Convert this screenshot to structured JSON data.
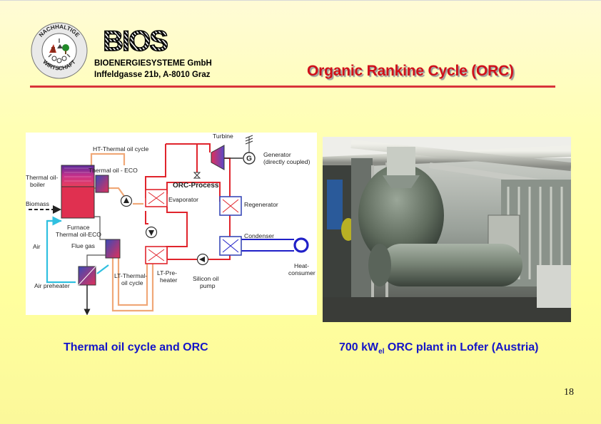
{
  "header": {
    "logo_ring_top": "NACHHALTIGE",
    "logo_ring_bottom": "WIRTSCHAFT",
    "brand": "BIOS",
    "company_name": "BIOENERGIESYSTEME GmbH",
    "company_address": "Inffeldgasse 21b, A-8010 Graz",
    "title": "Organic Rankine Cycle (ORC)"
  },
  "diagram": {
    "labels": {
      "turbine": "Turbine",
      "generator_1": "Generator",
      "generator_2": "(directly coupled)",
      "generator_symbol": "G",
      "ht_cycle": "HT-Thermal oil cycle",
      "eco": "Thermal oil - ECO",
      "boiler_1": "Thermal oil-",
      "boiler_2": "boiler",
      "orc_process": "ORC-Process",
      "evaporator": "Evaporator",
      "regenerator": "Regenerator",
      "biomass": "Biomass",
      "furnace": "Furnace",
      "thermal_oil_eco": "Thermal oil-ECO",
      "flue_gas": "Flue gas",
      "air": "Air",
      "condenser": "Condenser",
      "heat_consumer_1": "Heat-",
      "heat_consumer_2": "consumer",
      "air_preheater": "Air preheater",
      "lt_thermal_1": "LT-Thermal-",
      "lt_thermal_2": "oil cycle",
      "lt_pre_1": "LT-Pre-",
      "lt_pre_2": "heater",
      "silicon_pump_1": "Silicon oil",
      "silicon_pump_2": "pump"
    },
    "colors": {
      "orc": "#e0242c",
      "thermal_oil": "#f0a878",
      "heat": "#2020c8",
      "air": "#30c0e0"
    }
  },
  "captions": {
    "left": "Thermal oil cycle and ORC",
    "right_main": "700 kW",
    "right_sub": "el",
    "right_rest": " ORC plant in Lofer (Austria)"
  },
  "page_number": "18"
}
